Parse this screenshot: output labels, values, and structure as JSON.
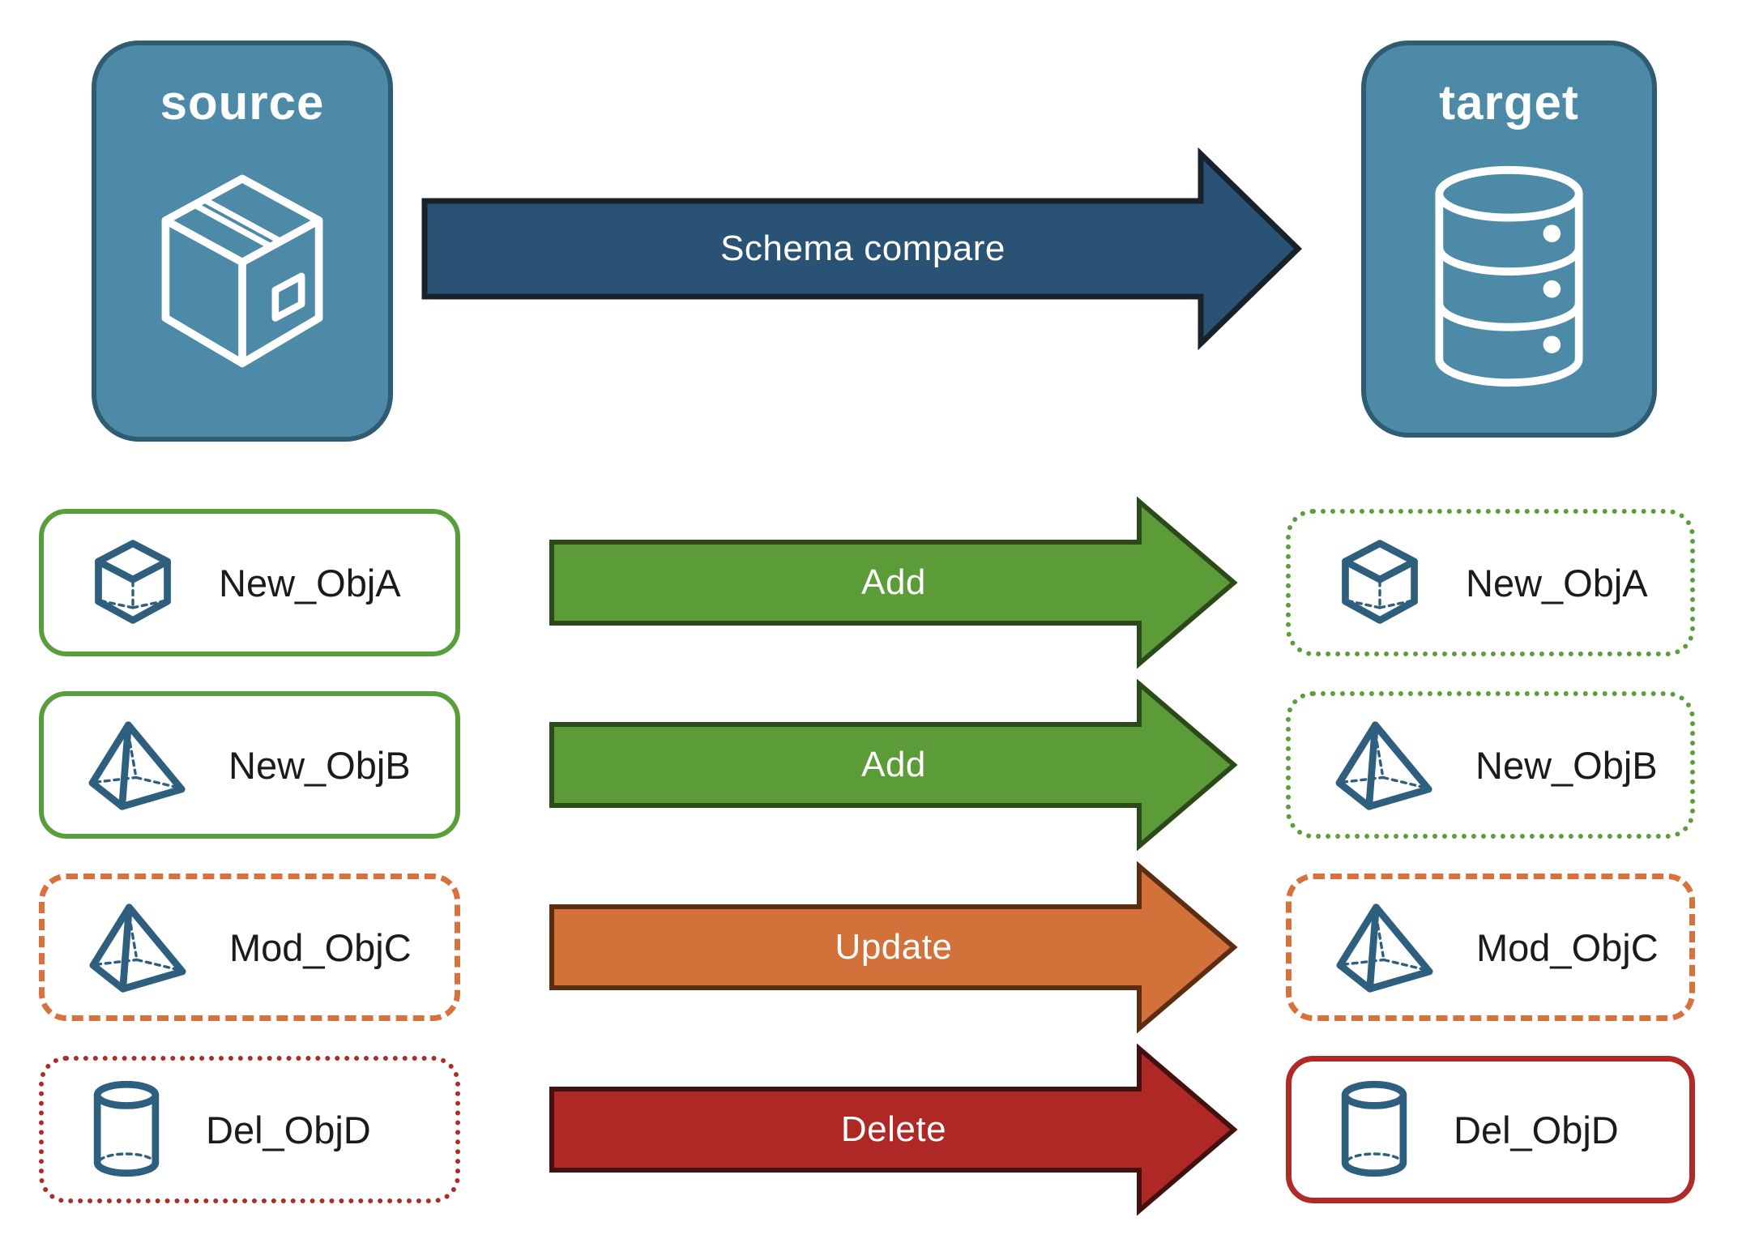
{
  "colors": {
    "panel_blue": "#4d8aa8",
    "panel_border": "#2e5d73",
    "arrow_navy": "#2a5274",
    "arrow_navy_border": "#18222c",
    "arrow_green": "#5b9b38",
    "arrow_green_border": "#2c4a19",
    "arrow_orange": "#d2713a",
    "arrow_orange_border": "#5c2d10",
    "arrow_red": "#ae2825",
    "arrow_red_border": "#421110",
    "border_green": "#5a9e3c",
    "border_orange": "#d9713c",
    "border_red": "#b02a28",
    "icon_blue": "#2e5f7e",
    "label_text": "#1b1b1b"
  },
  "source_panel": {
    "label": "source",
    "icon": "package-icon"
  },
  "target_panel": {
    "label": "target",
    "icon": "database-icon"
  },
  "compare_arrow": {
    "label": "Schema compare"
  },
  "rows": [
    {
      "object": "New_ObjA",
      "action": "Add",
      "icon": "cube-icon",
      "source_border": "solid-green",
      "target_border": "dotted-green"
    },
    {
      "object": "New_ObjB",
      "action": "Add",
      "icon": "pyramid-icon",
      "source_border": "solid-green",
      "target_border": "dotted-green"
    },
    {
      "object": "Mod_ObjC",
      "action": "Update",
      "icon": "pyramid-icon",
      "source_border": "dashed-orange",
      "target_border": "dashed-orange"
    },
    {
      "object": "Del_ObjD",
      "action": "Delete",
      "icon": "cylinder-icon",
      "source_border": "dotted-red",
      "target_border": "solid-red"
    }
  ]
}
